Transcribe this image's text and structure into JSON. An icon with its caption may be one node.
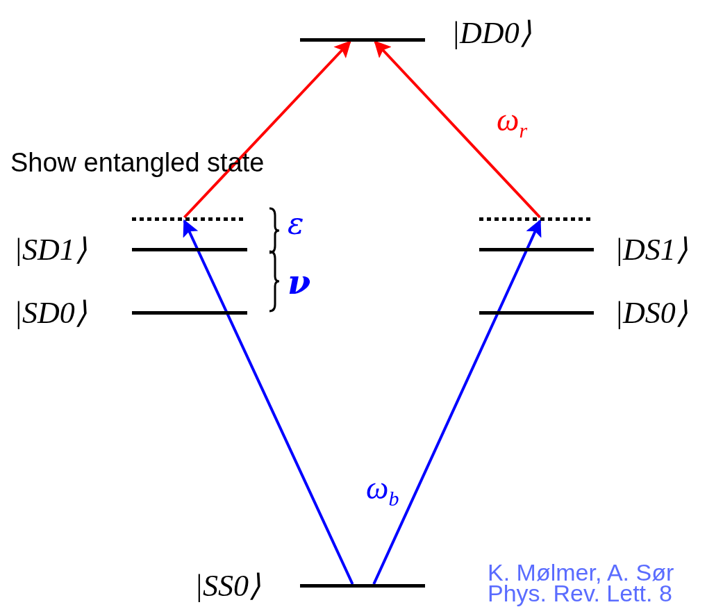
{
  "diagram": {
    "nodes": [
      {
        "text": [],
        "shape": "bar",
        "beside": [
          "|DD0⟩"
        ]
      },
      {
        "text": [],
        "shape": "bar"
      },
      {
        "text": [],
        "shape": "bar",
        "beside": [
          "|SD1⟩"
        ]
      },
      {
        "text": [],
        "shape": "bar",
        "beside": [
          "|SD0⟩"
        ]
      },
      {
        "text": [],
        "shape": "bar"
      },
      {
        "text": [],
        "shape": "bar",
        "beside": [
          "|DS1⟩"
        ]
      },
      {
        "text": [],
        "shape": "bar",
        "beside": [
          "|DS0⟩"
        ]
      },
      {
        "text": [],
        "shape": "bar",
        "beside": [
          "|SS0⟩"
        ]
      }
    ],
    "edges": [
      {
        "from": 7,
        "to": 1,
        "arrow": "to",
        "color": "#0000ff"
      },
      {
        "from": 7,
        "to": 4,
        "arrow": "to",
        "color": "#0000ff",
        "label": "*ω*$_{b}$"
      },
      {
        "from": 1,
        "to": 0,
        "arrow": "to",
        "color": "#ff0000"
      },
      {
        "from": 4,
        "to": 0,
        "arrow": "to",
        "color": "#ff0000",
        "label": "*ω*$_{r}$"
      }
    ],
    "labels": [
      "Show entangled state",
      "ε",
      "ν",
      "K. Mølmer, A. Sør",
      "Phys. Rev. Lett. 8"
    ]
  }
}
